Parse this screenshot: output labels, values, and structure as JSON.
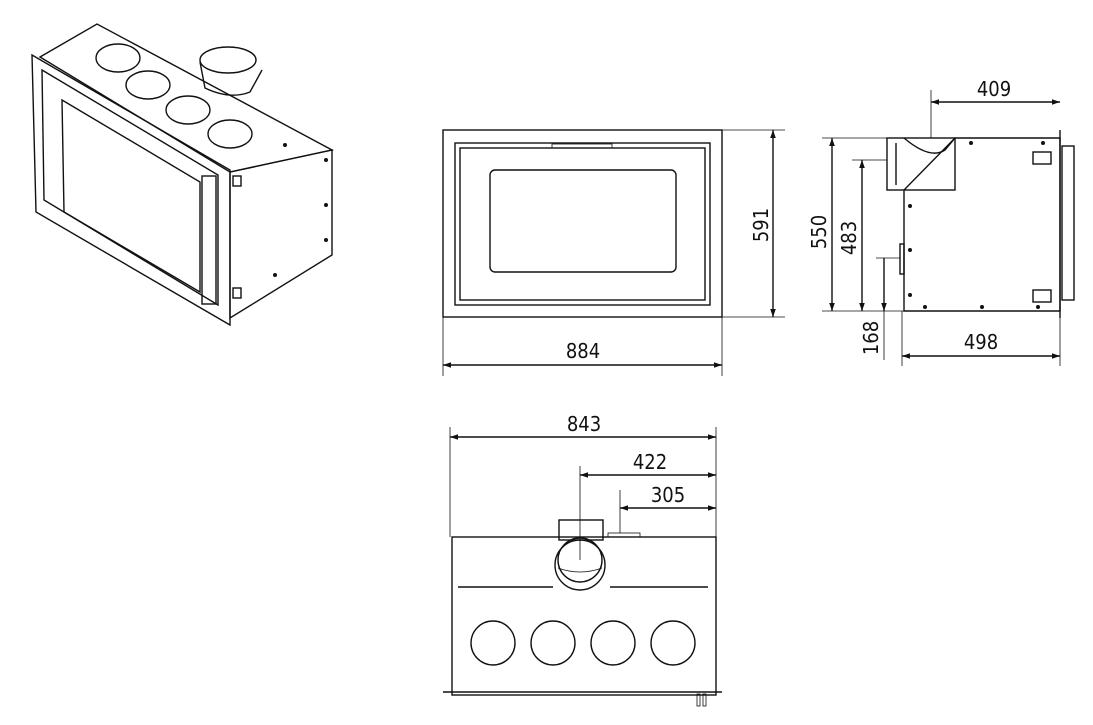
{
  "title": "Insert fireplace dimension drawing",
  "dimensions": {
    "front_height": "591",
    "front_width": "884",
    "side_depth_top": "409",
    "side_height_total": "550",
    "side_height_flue": "483",
    "side_height_inlet": "168",
    "side_depth_bottom": "498",
    "top_width": "843",
    "top_flue_offset": "422",
    "top_inlet_offset": "305"
  }
}
